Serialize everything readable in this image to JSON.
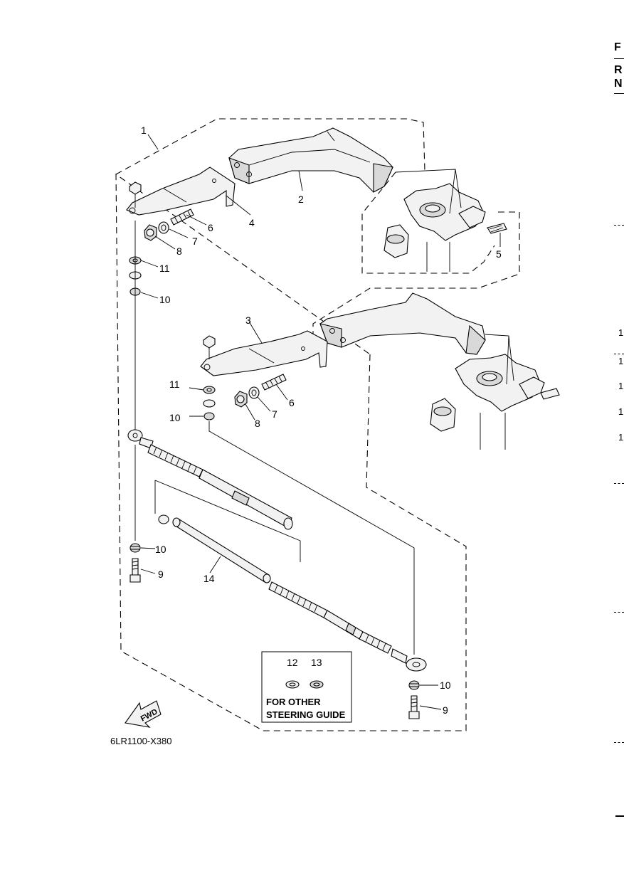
{
  "header_edge": {
    "letters": [
      "F",
      "R",
      "N"
    ]
  },
  "edge_numbers": [
    "1",
    "1",
    "1",
    "1",
    "1"
  ],
  "callouts": {
    "p1": "1",
    "p2": "2",
    "p3": "3",
    "p4": "4",
    "p5": "5",
    "p6a": "6",
    "p6b": "6",
    "p7a": "7",
    "p7b": "7",
    "p8a": "8",
    "p8b": "8",
    "p9a": "9",
    "p9b": "9",
    "p10a": "10",
    "p10b": "10",
    "p10c": "10",
    "p10d": "10",
    "p11a": "11",
    "p11b": "11",
    "p12": "12",
    "p13": "13",
    "p14": "14"
  },
  "note_box": {
    "line1": "FOR OTHER",
    "line2": "STEERING GUIDE"
  },
  "fwd_label": "FWD",
  "diagram_code": "6LR1100-X380"
}
